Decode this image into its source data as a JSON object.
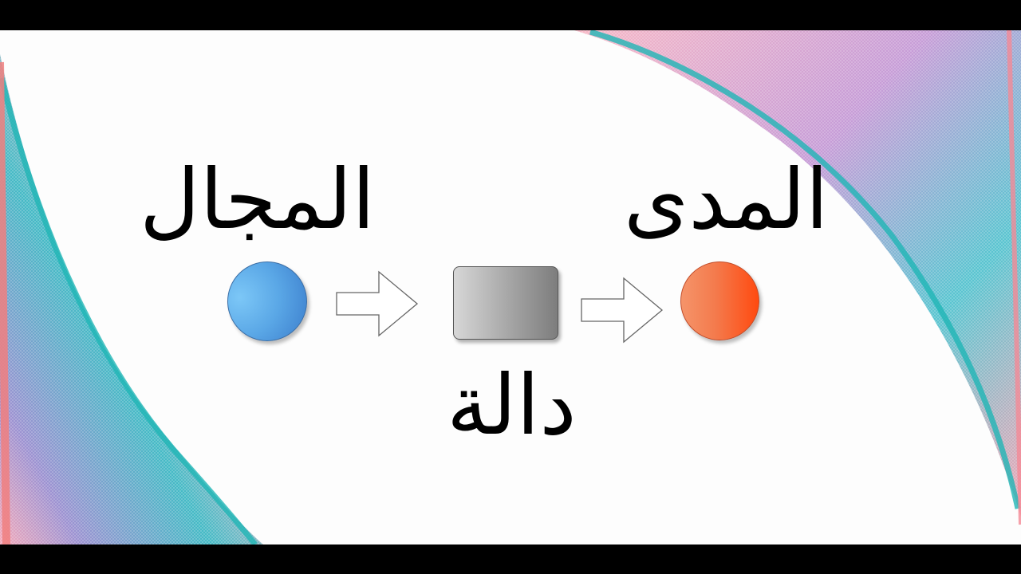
{
  "diagram": {
    "domain_label": "المجال",
    "function_label": "دالة",
    "range_label": "المدى"
  },
  "colors": {
    "domain_node": "#5aa7e6",
    "function_node": "#a9a9a9",
    "range_node": "#f47a4c",
    "decor_teal": "#1fb5b5",
    "decor_pink": "#f28ba0",
    "decor_purple": "#8a7cc9"
  },
  "icons": {
    "arrow1": "right-arrow-icon",
    "arrow2": "right-arrow-icon"
  }
}
